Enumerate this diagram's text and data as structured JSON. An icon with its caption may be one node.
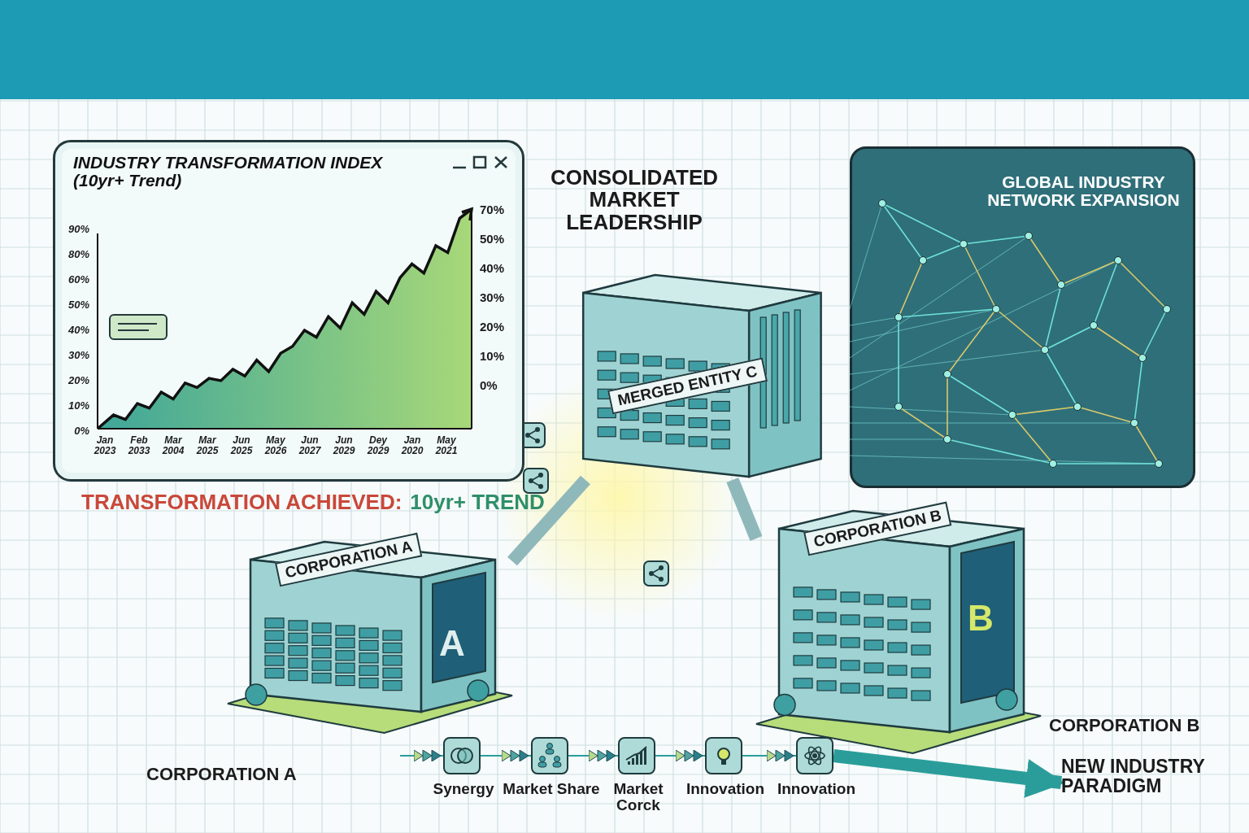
{
  "diagram": {
    "nodes": [
      {
        "text": [
          "INDUSTRY TRANSFORMATION INDEX (10yr+ Trend)"
        ]
      },
      {
        "text": [
          "CORPORATION A"
        ],
        "beside": [
          "CORPORATION A"
        ]
      },
      {
        "text": [
          "MERGED ENTITY C"
        ]
      },
      {
        "text": [
          "CORPORATION B"
        ],
        "beside": [
          "CORPORATION B"
        ]
      },
      {
        "text": [
          "GLOBAL INDUSTRY NETWORK EXPANSION"
        ]
      },
      {
        "text": [
          "Synergy"
        ]
      },
      {
        "text": [
          "Market Share"
        ]
      },
      {
        "text": [
          "Market Corck"
        ]
      },
      {
        "text": [
          "Innovation"
        ]
      },
      {
        "text": [
          "Innovation"
        ]
      },
      {
        "text": [
          "NEW INDUSTRY PARADIGM"
        ]
      }
    ],
    "edges": [
      {
        "from": null,
        "to": 5,
        "arrow": "to"
      },
      {
        "from": 5,
        "to": 6,
        "arrow": "to"
      },
      {
        "from": 6,
        "to": 7,
        "arrow": "to"
      },
      {
        "from": 7,
        "to": 8,
        "arrow": "to"
      },
      {
        "from": 8,
        "to": 9,
        "arrow": "to"
      },
      {
        "from": 9,
        "to": 10,
        "arrow": "to",
        "style": "thick"
      },
      {
        "from": 1,
        "to": 2,
        "arrow": "none",
        "style": "thick",
        "color": "#8fb8bb"
      },
      {
        "from": 2,
        "to": 3,
        "arrow": "none",
        "style": "thick",
        "color": "#8fb8bb"
      }
    ],
    "labels": [
      "CONSOLIDATED MARKET LEADERSHIP",
      "90%",
      "80%",
      "60%",
      "50%",
      "40%",
      "30%",
      "20%",
      "10%",
      "0%",
      "70%",
      "50%",
      "40%",
      "30%",
      "20%",
      "10%",
      "0%",
      "Jan 2023",
      "Feb 2033",
      "Mar 2004",
      "Mar 2025",
      "Jun 2025",
      "May 2026",
      "Jun 2027",
      "Jun 2029",
      "Dey 2029",
      "Jan 2020",
      "May 2021",
      "TRANSFORMATION ACHIEVED:",
      "10yr+ TREND",
      "A",
      "B"
    ]
  }
}
